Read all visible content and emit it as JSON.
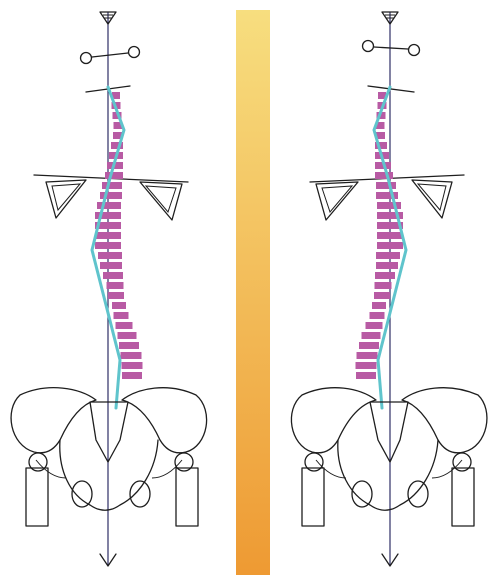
{
  "figure": {
    "divider": {
      "color_top": "#f7de7f",
      "color_bottom": "#ee9a33"
    },
    "colors": {
      "outline": "#1e1e1e",
      "plumb_line": "#2e2e66",
      "curve": "#5fc4cc",
      "bars": "#b85ba4"
    },
    "panels": [
      {
        "name": "left",
        "curve_direction": "left-convex",
        "bar_offsets": [
          -2,
          -2,
          -1,
          0,
          0,
          -1,
          -2,
          -3,
          -4,
          -6,
          -7,
          -9,
          -10,
          -10,
          -10,
          -10,
          -8,
          -7,
          -5,
          -3,
          -2,
          1,
          3,
          6,
          9,
          11,
          13,
          14,
          14
        ]
      },
      {
        "name": "right",
        "curve_direction": "right-convex",
        "bar_offsets": [
          2,
          2,
          1,
          0,
          0,
          1,
          2,
          3,
          4,
          6,
          7,
          9,
          10,
          10,
          10,
          10,
          8,
          7,
          5,
          3,
          2,
          -1,
          -3,
          -6,
          -9,
          -11,
          -13,
          -14,
          -14
        ]
      }
    ]
  }
}
